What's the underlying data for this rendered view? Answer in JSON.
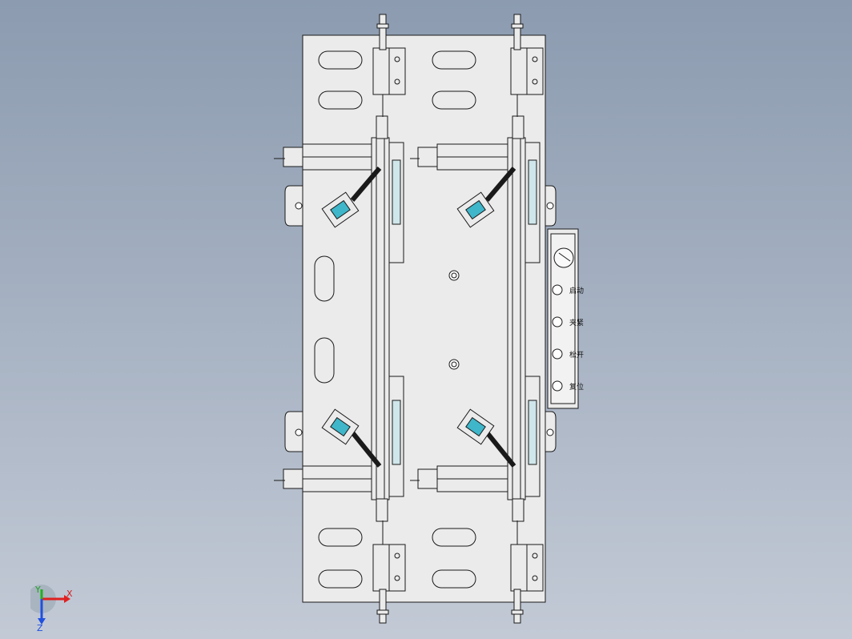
{
  "viewport": {
    "background_top": "#8c9bb0",
    "background_bottom": "#c3cad6",
    "model": {
      "plate_color": "#ebebeb",
      "line_color": "#1a1a1a",
      "accent_color": "#3fb6c9"
    }
  },
  "control_panel": {
    "buttons": [
      {
        "glyph": "emergency-stop-knob"
      },
      {
        "label": "启动"
      },
      {
        "label": "夹紧"
      },
      {
        "label": "松开"
      },
      {
        "label": "复位"
      }
    ]
  },
  "triad": {
    "x_label": "X",
    "y_label": "Y",
    "z_label": "Z",
    "x_color": "#e02020",
    "y_color": "#20b020",
    "z_color": "#2050e0"
  }
}
